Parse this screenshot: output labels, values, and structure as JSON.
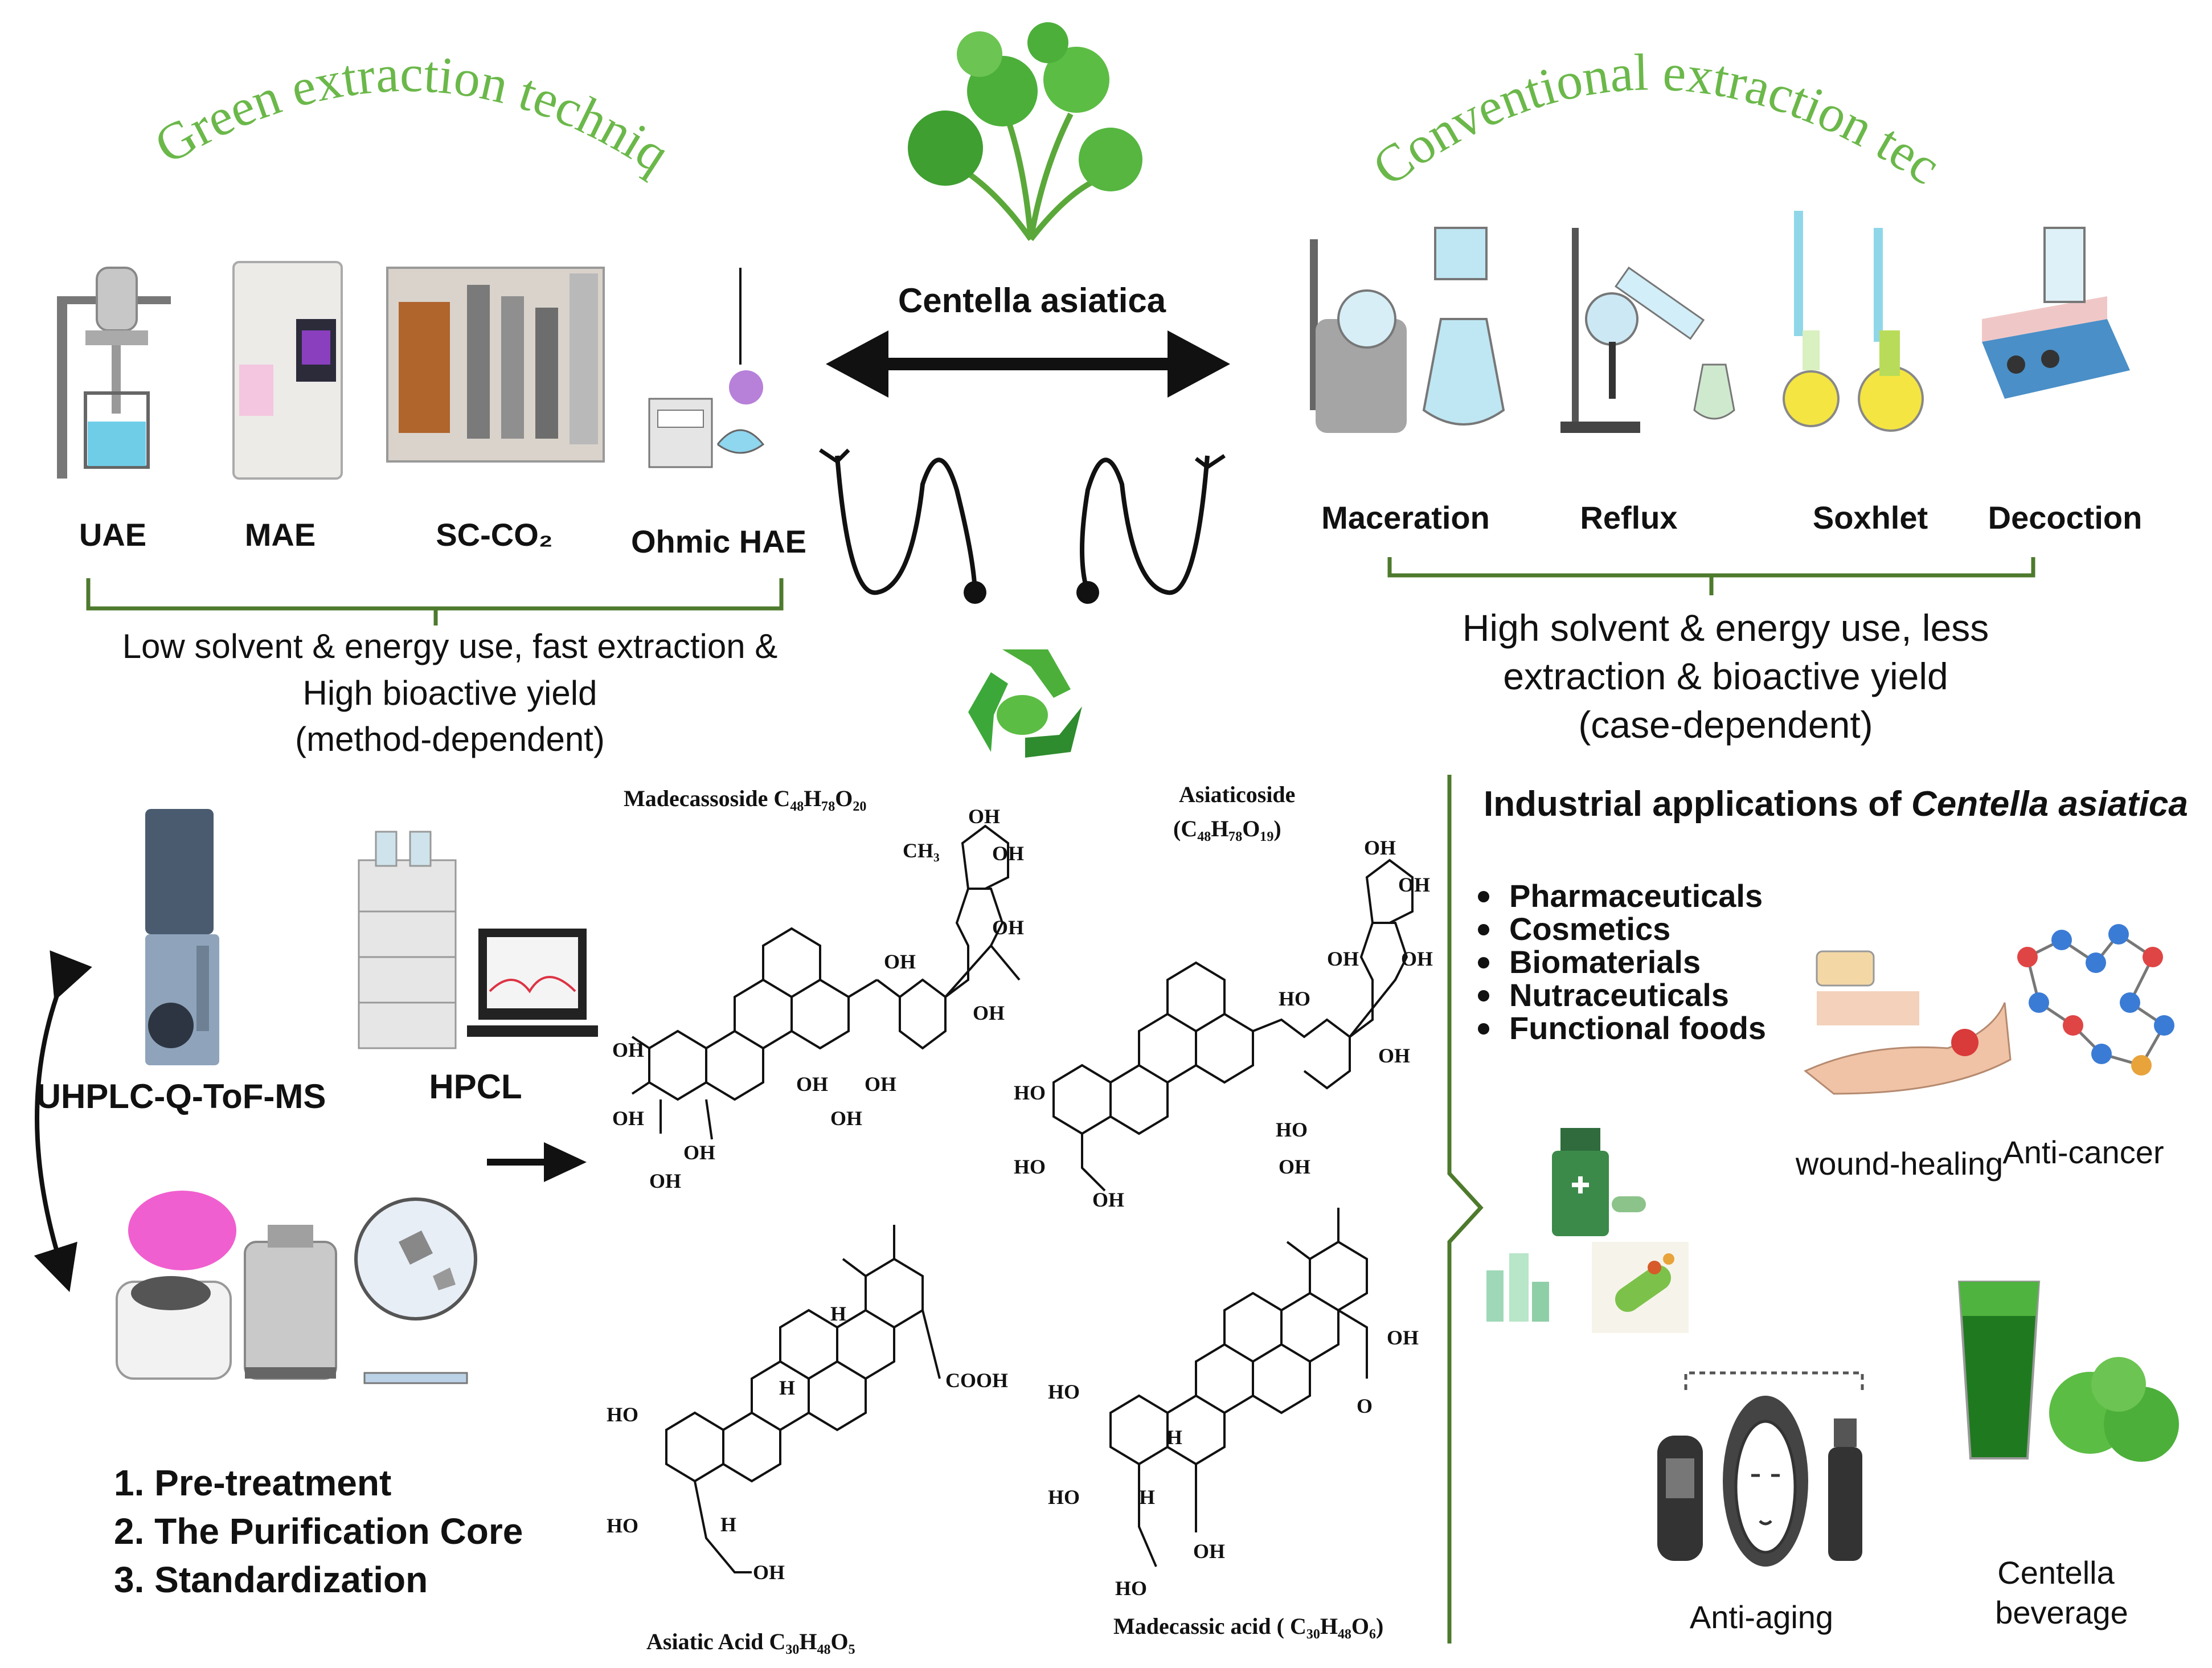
{
  "center": {
    "plant_name": "Centella asiatica",
    "plant_icon": "centella-leaf-icon",
    "recycle_icon": "recycle-icon"
  },
  "green": {
    "title": "Green extraction techniques",
    "methods": [
      "UAE",
      "MAE",
      "SC-CO₂",
      "Ohmic HAE"
    ],
    "desc_lines": [
      "Low solvent & energy use, fast extraction &",
      "High bioactive yield",
      "(method-dependent)"
    ]
  },
  "conventional": {
    "title": "Conventional extraction techniques",
    "methods": [
      "Maceration",
      "Reflux",
      "Soxhlet",
      "Decoction"
    ],
    "desc_lines": [
      "High solvent & energy use, less",
      "extraction &  bioactive yield",
      "(case-dependent)"
    ]
  },
  "analysis": {
    "instrument_1": "UHPLC-Q-ToF-MS",
    "instrument_2": "HPCL",
    "steps": [
      "1.  Pre-treatment",
      "2.  The Purification Core",
      "3.  Standardization"
    ]
  },
  "compounds": {
    "madecassoside": "Madecassoside  C₄₈H₇₈O₂₀",
    "asiaticoside_1": "Asiaticoside",
    "asiaticoside_2": "(C₄₈H₇₈O₁₉)",
    "asiatic_acid": "Asiatic Acid C₃₀H₄₈O₅",
    "madecassic_acid": "Madecassic acid ( C₃₀H₄₈O₆)",
    "groups": {
      "oh": "OH",
      "ho": "HO",
      "ch3": "CH₃",
      "o": "O",
      "h": "H",
      "cooh": "COOH",
      "minus_oh": "OH"
    }
  },
  "industrial": {
    "title_plain": "Industrial applications of ",
    "title_italic": "Centella asiatica",
    "bullets": [
      "Pharmaceuticals",
      "Cosmetics",
      "Biomaterials",
      "Nutraceuticals",
      "Functional foods"
    ],
    "apps": {
      "wound": "wound-healing",
      "cancer": "Anti-cancer",
      "aging": "Anti-aging",
      "beverage_1": "Centella",
      "beverage_2": "beverage"
    }
  },
  "colors": {
    "green_title": "#6bb84a",
    "bracket": "#4d7a2c",
    "leaf": "#4caf3a",
    "arrow": "#111111"
  }
}
